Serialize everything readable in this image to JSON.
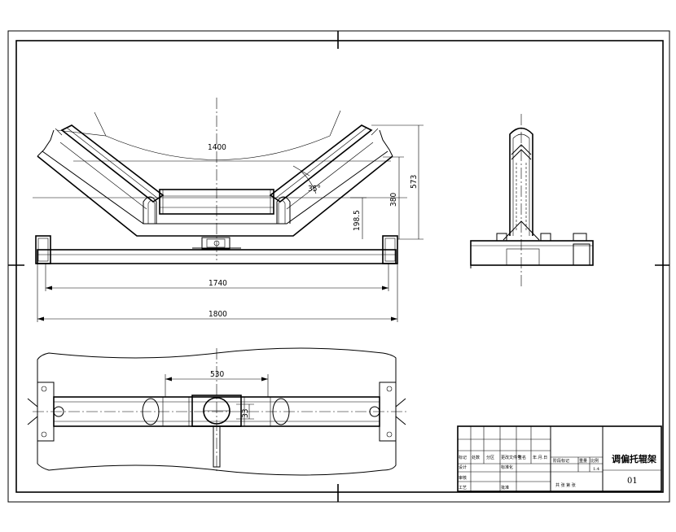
{
  "front_view": {
    "dim_arc_width": "1400",
    "dim_angle": "35°",
    "dim_height_total": "573",
    "dim_height_mid": "380",
    "dim_height_low": "198.5",
    "dim_inner_length": "1740",
    "dim_overall_length": "1800"
  },
  "plan_view": {
    "dim_pivot_width": "530",
    "dim_pivot_offset": "33"
  },
  "title_block": {
    "title": "调偏托辊架",
    "drawing_no": "01",
    "scale": "1:4",
    "header_cells": [
      "标记",
      "处数",
      "分区",
      "更改文件号",
      "签名",
      "年.月.日"
    ],
    "row_design": "设计",
    "row_standard": "标准化",
    "row_review": "审核",
    "row_process": "工艺",
    "row_approve": "批准",
    "stage_marks": "阶段标记",
    "weight": "重量",
    "ratio": "比例",
    "sheets": "共  张  第  张"
  }
}
